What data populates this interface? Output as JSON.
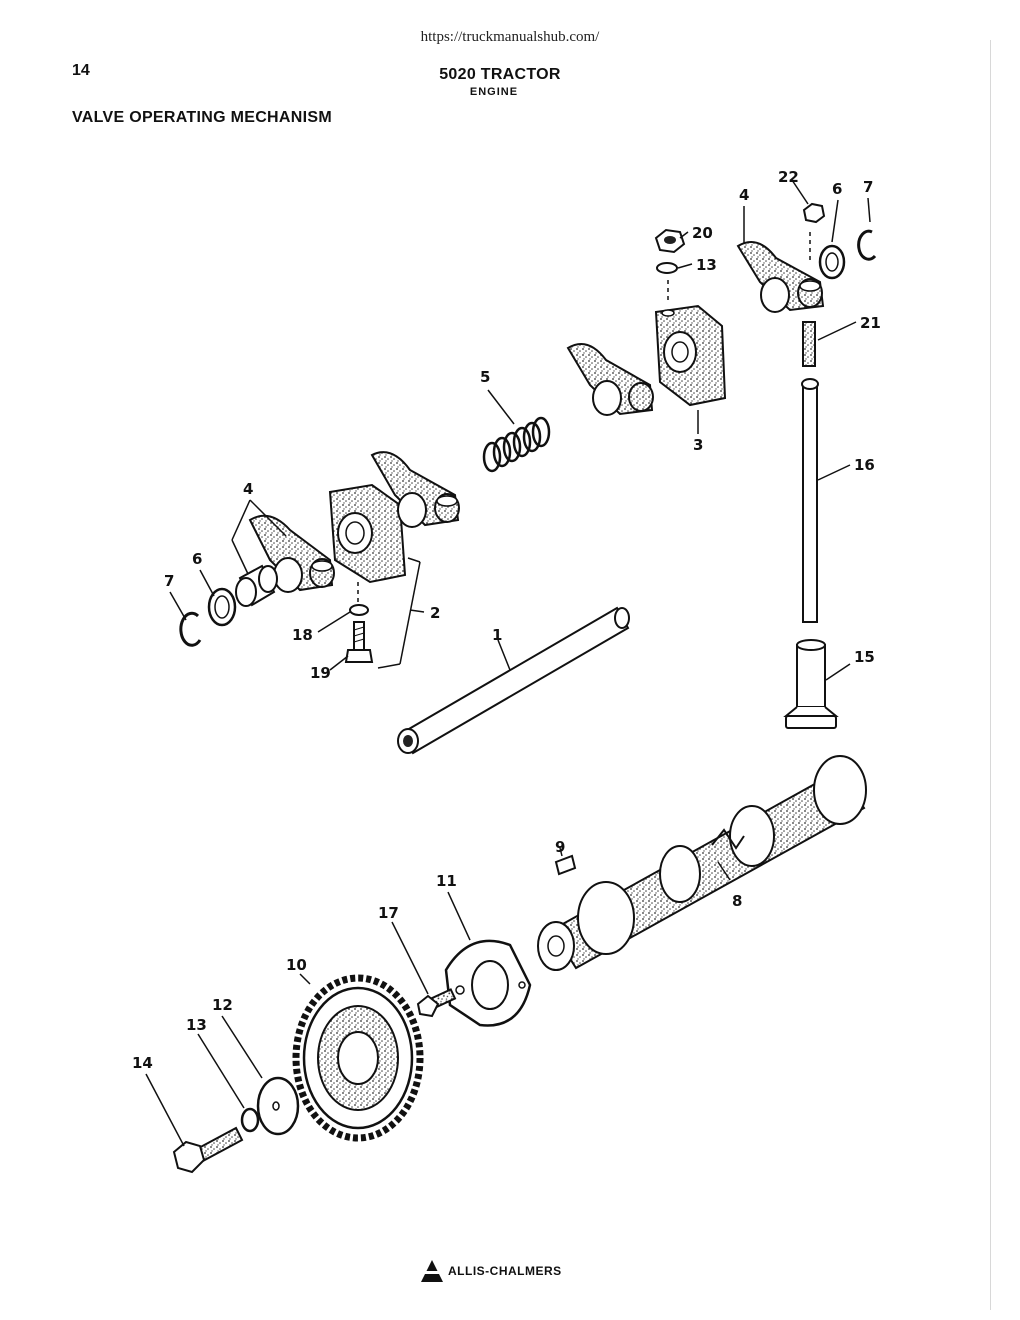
{
  "header": {
    "url": "https://truckmanualshub.com/",
    "page_number": "14",
    "title": "5020 TRACTOR",
    "subtitle": "ENGINE"
  },
  "section_title": "VALVE OPERATING MECHANISM",
  "callouts": {
    "c1": "1",
    "c2": "2",
    "c3": "3",
    "c4a": "4",
    "c4b": "4",
    "c5": "5",
    "c6a": "6",
    "c6b": "6",
    "c7a": "7",
    "c7b": "7",
    "c8": "8",
    "c9": "9",
    "c10": "10",
    "c11": "11",
    "c12": "12",
    "c13a": "13",
    "c13b": "13",
    "c14": "14",
    "c15": "15",
    "c16": "16",
    "c17": "17",
    "c18": "18",
    "c19": "19",
    "c20": "20",
    "c21": "21",
    "c22": "22"
  },
  "footer": {
    "logo_text": "ALLIS-CHALMERS"
  }
}
